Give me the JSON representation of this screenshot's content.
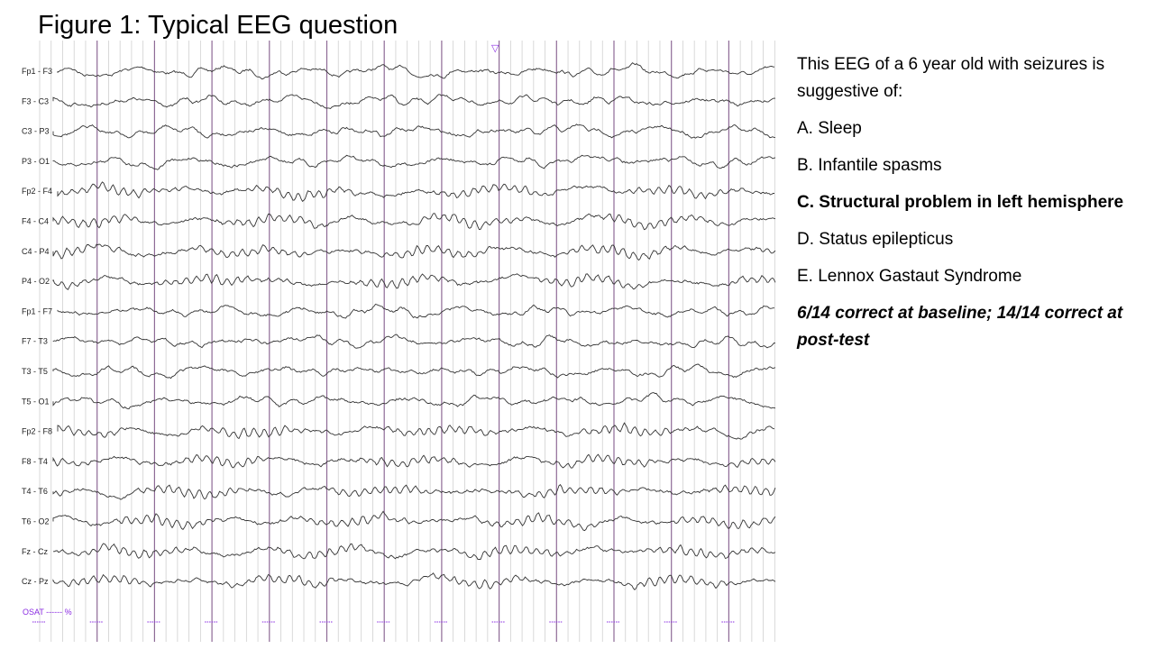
{
  "slide": {
    "title": "Figure 1: Typical EEG question"
  },
  "eeg": {
    "channels": [
      "Fp1 - F3",
      "F3 - C3",
      "C3 - P3",
      "P3 - O1",
      "Fp2 - F4",
      "F4 - C4",
      "C4 - P4",
      "P4 - O2",
      "Fp1 - F7",
      "F7 - T3",
      "T3 - T5",
      "T5 - O1",
      "Fp2 - F8",
      "F8 - T4",
      "T4 - T6",
      "T6 - O2",
      "Fz - Cz",
      "Cz - Pz"
    ],
    "osat_label": "OSAT ------ %",
    "event_marker": "▽",
    "colors": {
      "major_grid": "#8e6a96",
      "minor_grid": "#d0d0d0",
      "trace": "#333333",
      "osat": "#8a2be2"
    }
  },
  "question": {
    "stem": "This EEG of a 6 year old with seizures is suggestive of:",
    "options": [
      {
        "text": "A. Sleep",
        "correct": false
      },
      {
        "text": "B. Infantile spasms",
        "correct": false
      },
      {
        "text": "C. Structural problem in left hemisphere",
        "correct": true
      },
      {
        "text": "D. Status epilepticus",
        "correct": false
      },
      {
        "text": "E. Lennox Gastaut Syndrome",
        "correct": false
      }
    ],
    "result": "6/14 correct at baseline;  14/14 correct at post-test"
  }
}
